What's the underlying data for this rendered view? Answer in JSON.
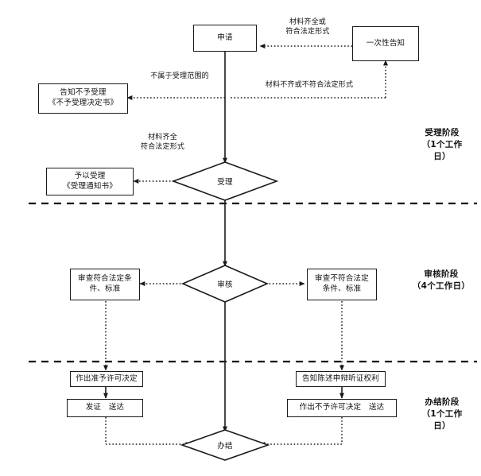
{
  "chart_data": {
    "type": "diagram",
    "title": "",
    "diagram_kind": "flowchart",
    "orientation": "top-to-bottom",
    "nodes": [
      {
        "id": "apply",
        "label": "申请",
        "shape": "rect"
      },
      {
        "id": "one_time_notice",
        "label": "一次性告知",
        "shape": "rect"
      },
      {
        "id": "notify_reject",
        "label": "告知不予受理\n《不予受理决定书》",
        "shape": "rect"
      },
      {
        "id": "accept_decision",
        "label": "受理",
        "shape": "diamond"
      },
      {
        "id": "grant_accept",
        "label": "予以受理\n《受理通知书》",
        "shape": "rect"
      },
      {
        "id": "review_decision",
        "label": "审核",
        "shape": "diamond"
      },
      {
        "id": "review_pass",
        "label": "审查符合法定条\n件、标准",
        "shape": "rect"
      },
      {
        "id": "review_fail",
        "label": "审查不符合法定\n条件、标准",
        "shape": "rect"
      },
      {
        "id": "permit_decision",
        "label": "作出准予许可决定",
        "shape": "rect"
      },
      {
        "id": "issue_deliver",
        "label": "发证　送达",
        "shape": "rect"
      },
      {
        "id": "notify_rights",
        "label": "告知陈述申辩听证权利",
        "shape": "rect"
      },
      {
        "id": "deny_deliver",
        "label": "作出不予许可决定　送达",
        "shape": "rect"
      },
      {
        "id": "complete",
        "label": "办结",
        "shape": "diamond"
      }
    ],
    "edge_labels": [
      {
        "id": "materials_ok_or_legal",
        "text": "材料齐全或\n符合法定形式"
      },
      {
        "id": "not_in_scope",
        "text": "不属于受理范围的"
      },
      {
        "id": "materials_incomplete",
        "text": "材料不齐或不符合法定形式"
      },
      {
        "id": "materials_complete_legal",
        "text": "材料齐全\n符合法定形式"
      }
    ],
    "phases": [
      {
        "id": "acceptance",
        "text": "受理阶段\n（1个工作\n日）"
      },
      {
        "id": "review",
        "text": "审核阶段\n（4个工作日）"
      },
      {
        "id": "completion",
        "text": "办结阶段\n（1个工作\n日）"
      }
    ],
    "dividers": 2,
    "colors": {
      "stroke": "#1a1a1a",
      "text": "#101010",
      "background": "#ffffff"
    }
  }
}
